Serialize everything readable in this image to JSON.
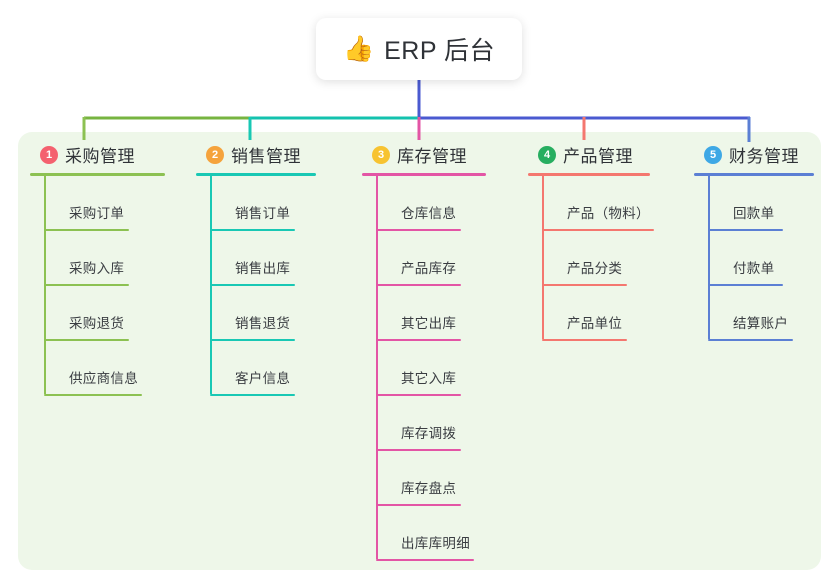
{
  "title_card": {
    "icon": "thumbs-up-icon",
    "icon_glyph": "👍",
    "text": "ERP 后台"
  },
  "panel": {
    "background_color": "#eef7e9"
  },
  "connector_colors": {
    "stem": "#4a5ad0",
    "bar_green": "#77b440",
    "bar_teal": "#13c2ae",
    "bar_blue": "#4a5ad0"
  },
  "columns": [
    {
      "number": "1",
      "badge_color": "#f4616f",
      "line_color": "#8cc152",
      "title": "采购管理",
      "title_width": 135,
      "items": [
        {
          "label": "采购订单",
          "rule_width": 85
        },
        {
          "label": "采购入库",
          "rule_width": 85
        },
        {
          "label": "采购退货",
          "rule_width": 85
        },
        {
          "label": "供应商信息",
          "rule_width": 98
        }
      ]
    },
    {
      "number": "2",
      "badge_color": "#f5a33c",
      "line_color": "#19c8b4",
      "title": "销售管理",
      "title_width": 120,
      "items": [
        {
          "label": "销售订单",
          "rule_width": 85
        },
        {
          "label": "销售出库",
          "rule_width": 85
        },
        {
          "label": "销售退货",
          "rule_width": 85
        },
        {
          "label": "客户信息",
          "rule_width": 85
        }
      ]
    },
    {
      "number": "3",
      "badge_color": "#f7c331",
      "line_color": "#e355a5",
      "title": "库存管理",
      "title_width": 124,
      "items": [
        {
          "label": "仓库信息",
          "rule_width": 85
        },
        {
          "label": "产品库存",
          "rule_width": 85
        },
        {
          "label": "其它出库",
          "rule_width": 85
        },
        {
          "label": "其它入库",
          "rule_width": 85
        },
        {
          "label": "库存调拨",
          "rule_width": 85
        },
        {
          "label": "库存盘点",
          "rule_width": 85
        },
        {
          "label": "出库库明细",
          "rule_width": 98
        }
      ]
    },
    {
      "number": "4",
      "badge_color": "#27ae60",
      "line_color": "#f4776f",
      "title": "产品管理",
      "title_width": 122,
      "items": [
        {
          "label": "产品（物料）",
          "rule_width": 112
        },
        {
          "label": "产品分类",
          "rule_width": 85
        },
        {
          "label": "产品单位",
          "rule_width": 85
        }
      ]
    },
    {
      "number": "5",
      "badge_color": "#3ea8e5",
      "line_color": "#5b7fd4",
      "title": "财务管理",
      "title_width": 120,
      "items": [
        {
          "label": "回款单",
          "rule_width": 75
        },
        {
          "label": "付款单",
          "rule_width": 75
        },
        {
          "label": "结算账户",
          "rule_width": 85
        }
      ]
    }
  ]
}
